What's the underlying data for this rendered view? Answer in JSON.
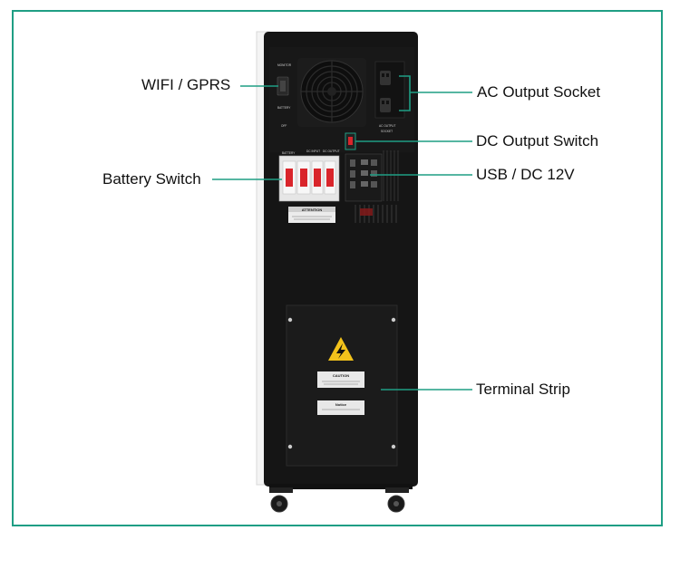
{
  "labels": {
    "wifi": "WIFI / GPRS",
    "battery": "Battery Switch",
    "ac_socket": "AC Output Socket",
    "dc_switch": "DC Output Switch",
    "usb": "USB / DC 12V",
    "terminal": "Terminal Strip"
  },
  "device": {
    "attention": "ATTENTION",
    "caution": "CAUTION",
    "notice": "Notice",
    "battery_label": "BATTERY",
    "off_label": "OFF"
  },
  "colors": {
    "frame": "#1f9e84",
    "leader": "#1f9e84",
    "cabinet": "#151515",
    "breaker": "#d9252b",
    "warning": "#f2c21b"
  },
  "icons": [
    "fan-icon",
    "warning-triangle-icon"
  ]
}
